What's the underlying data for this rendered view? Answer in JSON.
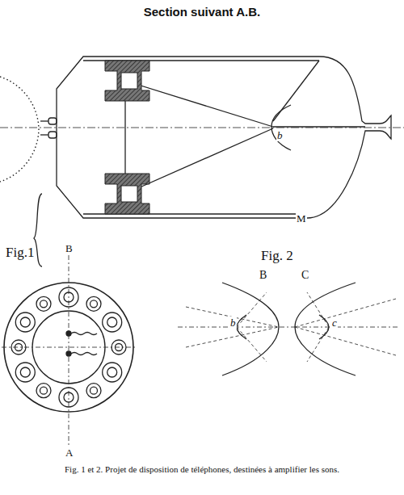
{
  "diagram": {
    "title": "Section suivant A.B.",
    "caption": "Fig. 1 et 2. Projet de disposition de téléphones, destinées à amplifier les sons.",
    "labels": [
      "Fig.1",
      "Fig. 2",
      "B",
      "A",
      "b",
      "M",
      "B",
      "C",
      "b",
      "c"
    ]
  }
}
